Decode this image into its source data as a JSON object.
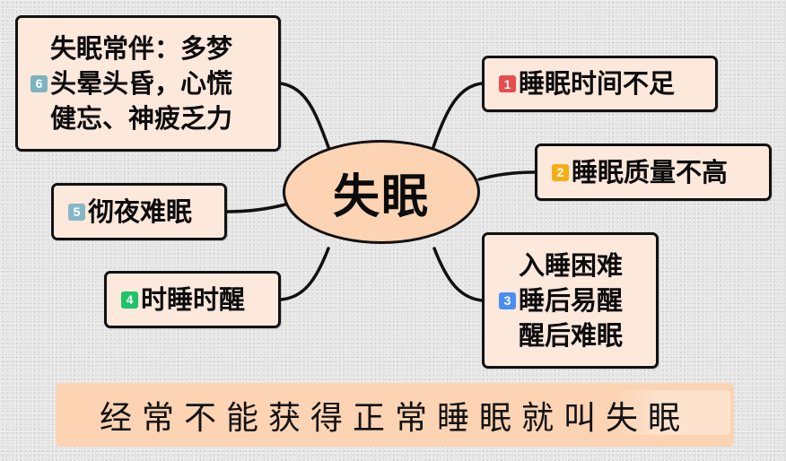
{
  "center": {
    "label": "失眠",
    "fill": "#fcd3b3"
  },
  "branches": [
    {
      "id": 1,
      "badge": "1",
      "badge_color": "#e84c4c",
      "lines": [
        "睡眠时间不足"
      ]
    },
    {
      "id": 2,
      "badge": "2",
      "badge_color": "#f5ae16",
      "lines": [
        "睡眠质量不高"
      ]
    },
    {
      "id": 3,
      "badge": "3",
      "badge_color": "#4a8ff0",
      "lines": [
        "入睡困难",
        "睡后易醒",
        "醒后难眠"
      ]
    },
    {
      "id": 4,
      "badge": "4",
      "badge_color": "#1ec467",
      "lines": [
        "时睡时醒"
      ]
    },
    {
      "id": 5,
      "badge": "5",
      "badge_color": "#86b7c4",
      "lines": [
        "彻夜难眠"
      ]
    },
    {
      "id": 6,
      "badge": "6",
      "badge_color": "#7cb3c0",
      "lines": [
        "失眠常伴：多梦",
        "头晕头昏，心慌",
        "健忘、神疲乏力"
      ]
    }
  ],
  "banner": {
    "caption": "经常不能获得正常睡眠就叫失眠",
    "fill": "#fcd3b3"
  },
  "colors": {
    "node_fill": "#fde8dc",
    "border": "#111111",
    "background": "#e9e9e9"
  }
}
